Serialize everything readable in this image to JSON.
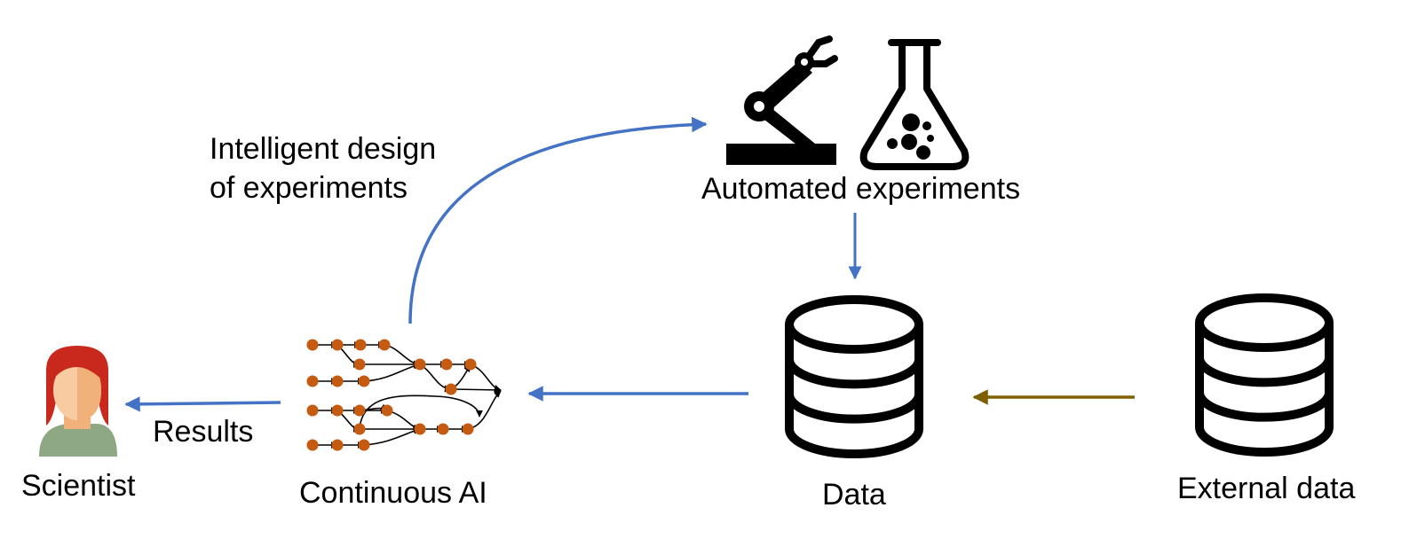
{
  "labels": {
    "design_line1": "Intelligent design",
    "design_line2": "of experiments",
    "automated": "Automated experiments",
    "data": "Data",
    "external": "External data",
    "continuous_ai": "Continuous AI",
    "scientist": "Scientist",
    "results": "Results"
  },
  "colors": {
    "flow_arrow": "#4472c4",
    "external_arrow": "#7f6000",
    "node": "#c55a11",
    "ink": "#000000",
    "hair": "#c9281c",
    "skin_light": "#f8cba0",
    "skin_dark": "#f0b27a",
    "shirt": "#8fa884"
  },
  "icons": [
    "robot-arm-icon",
    "flask-icon",
    "database-icon",
    "scientist-avatar-icon",
    "network-graph-icon"
  ]
}
